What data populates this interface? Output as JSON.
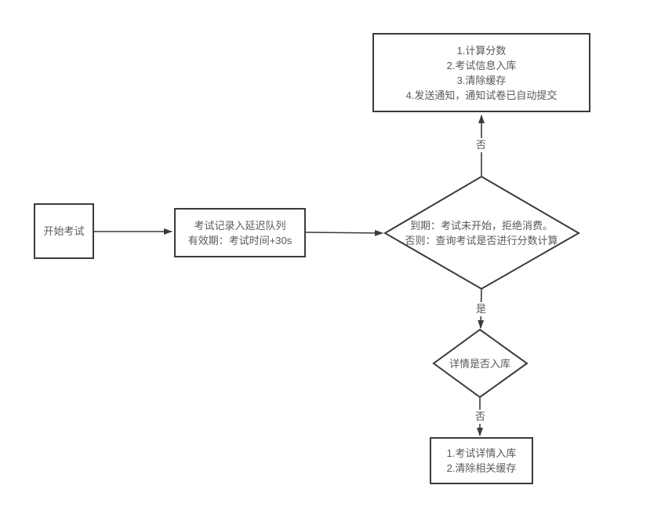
{
  "page": {
    "background": "#ffffff"
  },
  "flowchart": {
    "colors": {
      "stroke": "#3b3b3b",
      "text": "#595959",
      "node_background": "#ffffff"
    },
    "nodes": {
      "start": {
        "type": "process",
        "label": "开始考试"
      },
      "delay_queue": {
        "type": "process",
        "lines": [
          "考试记录入延迟队列",
          "有效期：考试时间+30s"
        ]
      },
      "expiry_decision": {
        "type": "decision",
        "lines": [
          "到期：考试未开始，拒绝消费。",
          "否则：查询考试是否进行分数计算"
        ]
      },
      "score_result": {
        "type": "process",
        "lines": [
          "1.计算分数",
          "2.考试信息入库",
          "3.清除缓存",
          "4.发送通知，通知试卷已自动提交"
        ]
      },
      "detail_decision": {
        "type": "decision",
        "label": "详情是否入库"
      },
      "detail_store": {
        "type": "process",
        "lines": [
          "1.考试详情入库",
          "2.清除相关缓存"
        ]
      }
    },
    "edge_labels": {
      "expiry_no": "否",
      "expiry_yes": "是",
      "detail_no": "否"
    }
  }
}
